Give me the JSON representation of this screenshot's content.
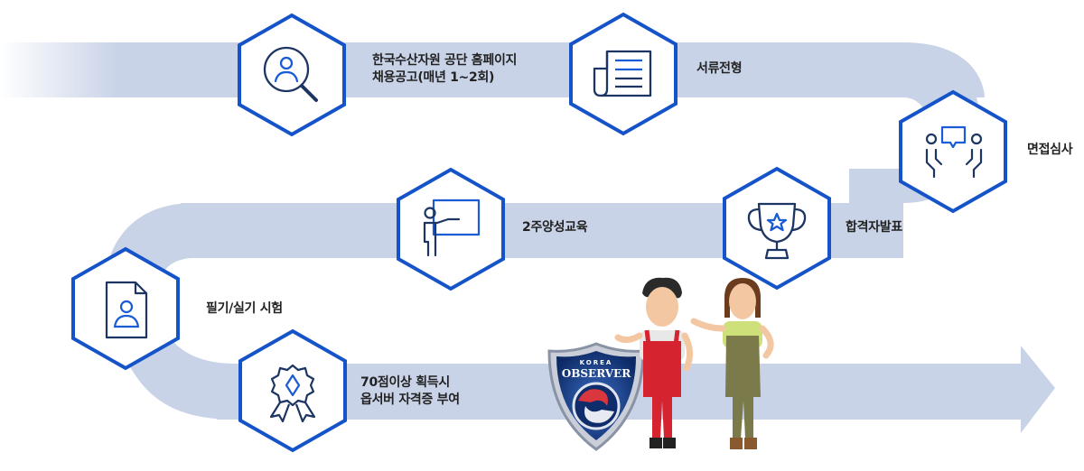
{
  "colors": {
    "track": "#c9d3e8",
    "hex_stroke": "#1553c9",
    "icon_stroke": "#1d3563",
    "icon_accent": "#1a5bd6"
  },
  "steps": [
    {
      "id": "recruit",
      "icon": "search-user-icon",
      "lines": [
        "한국수산자원 공단 홈페이지",
        "채용공고(매년 1~2회)"
      ]
    },
    {
      "id": "document",
      "icon": "newspaper-icon",
      "lines": [
        "서류전형"
      ]
    },
    {
      "id": "interview",
      "icon": "interview-icon",
      "lines": [
        "면접심사"
      ]
    },
    {
      "id": "announce",
      "icon": "trophy-icon",
      "lines": [
        "합격자발표"
      ]
    },
    {
      "id": "training",
      "icon": "presentation-icon",
      "lines": [
        "2주양성교육"
      ]
    },
    {
      "id": "exam",
      "icon": "document-user-icon",
      "lines": [
        "필기/실기 시험"
      ]
    },
    {
      "id": "certify",
      "icon": "award-badge-icon",
      "lines": [
        "70점이상 획득시",
        "옵서버 자격증 부여"
      ]
    }
  ],
  "emblem": {
    "top_text": "KOREA",
    "main_text": "OBSERVER"
  }
}
